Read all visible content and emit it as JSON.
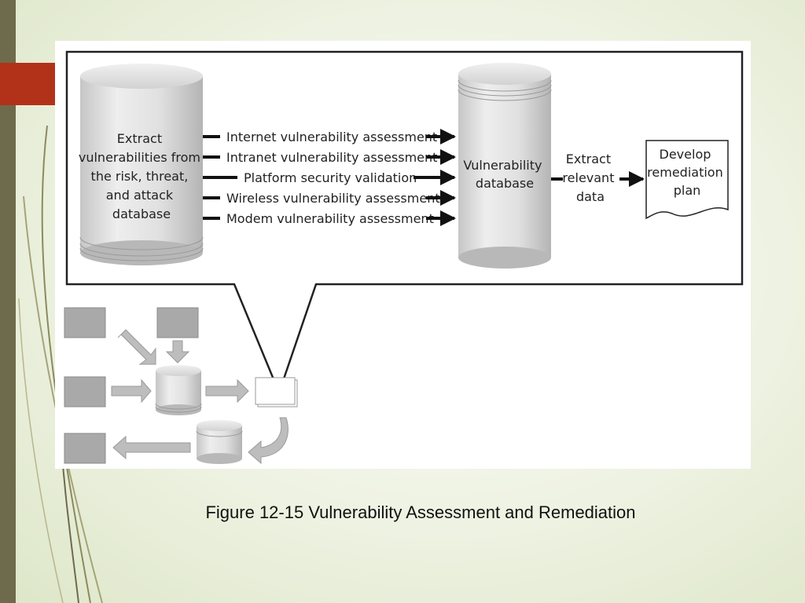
{
  "slide": {
    "colors": {
      "sidebar": "#6e6a4c",
      "accent": "#b23219",
      "background": "#eef2e2"
    },
    "caption": "Figure 12-15 Vulnerability Assessment and Remediation"
  },
  "diagram": {
    "source_db_label": [
      "Extract",
      "vulnerabilities from",
      "the risk, threat,",
      "and attack",
      "database"
    ],
    "assessments": [
      "Internet vulnerability assessment",
      "Intranet vulnerability assessment",
      "Platform security validation",
      "Wireless vulnerability assessment",
      "Modem vulnerability assessment"
    ],
    "vuln_db_label": [
      "Vulnerability",
      "database"
    ],
    "extract_label": [
      "Extract",
      "relevant",
      "data"
    ],
    "plan_label": [
      "Develop",
      "remediation",
      "plan"
    ],
    "overview_icons": [
      "box",
      "box",
      "box",
      "box",
      "arrow",
      "arrow",
      "arrow",
      "cylinder",
      "cylinder",
      "document",
      "curved-arrow"
    ]
  }
}
